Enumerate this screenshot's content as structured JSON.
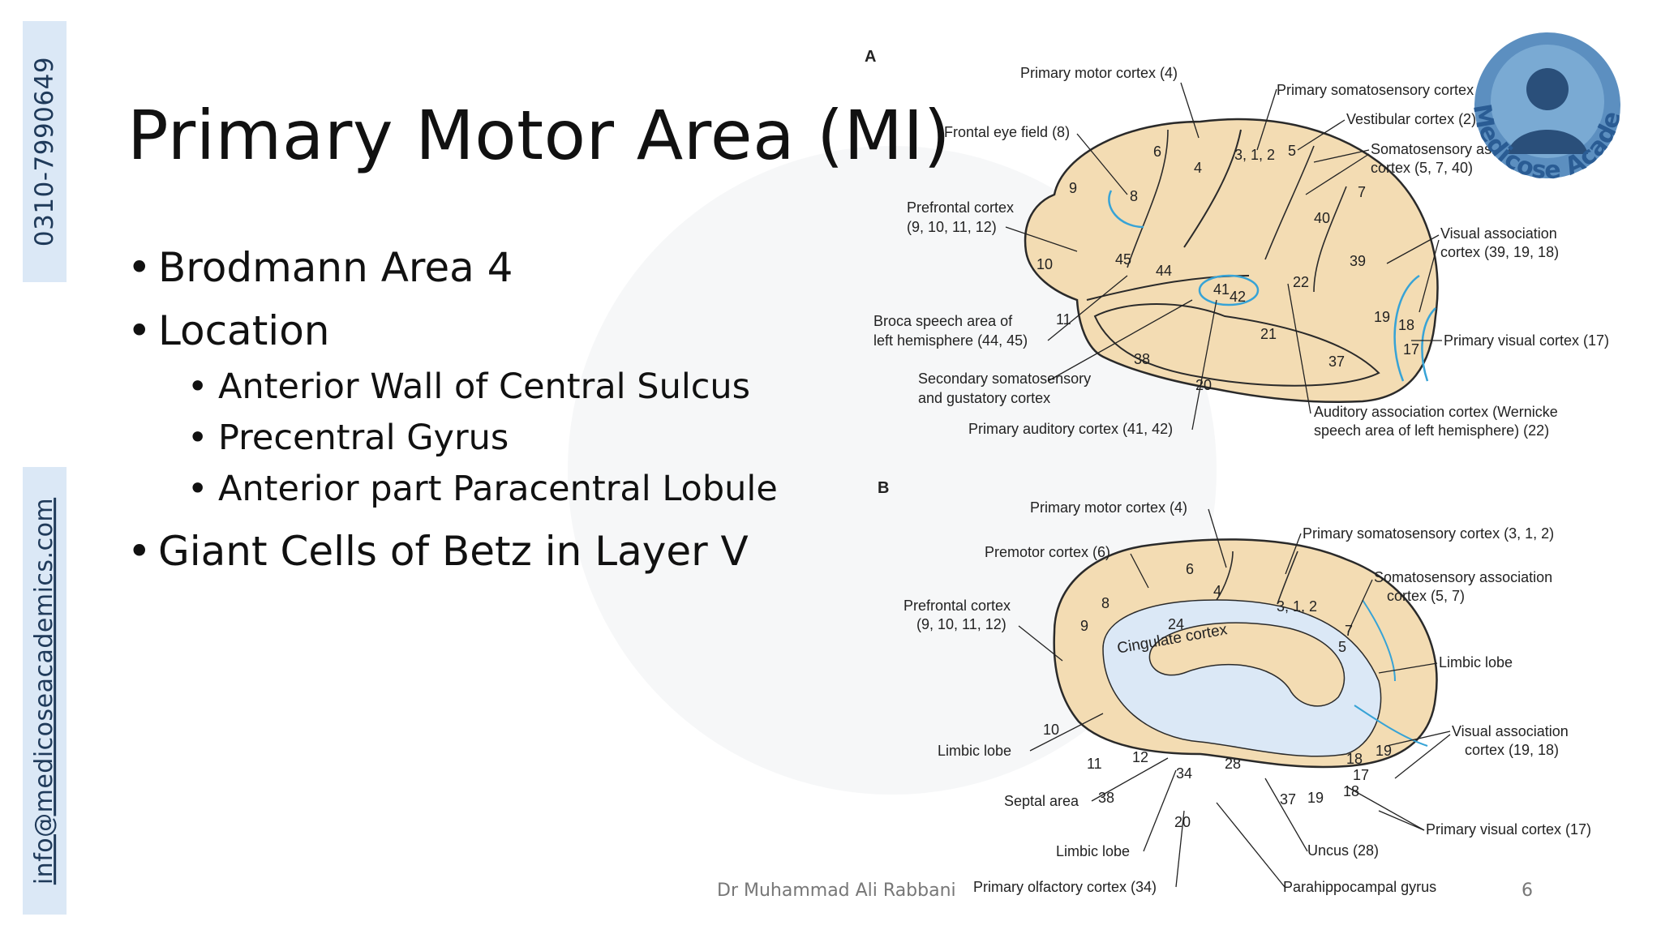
{
  "side": {
    "phone": "0310-7990649",
    "email": "info@medicoseacademics.com"
  },
  "slide": {
    "title": "Primary Motor Area (MI)",
    "bullets": [
      {
        "text": "Brodmann Area 4"
      },
      {
        "text": "Location",
        "sub": [
          "Anterior Wall of Central Sulcus",
          "Precentral Gyrus",
          "Anterior part Paracentral Lobule"
        ]
      },
      {
        "text": "Giant Cells of Betz in Layer V"
      }
    ]
  },
  "figure": {
    "panel_a": {
      "letter": "A",
      "labels": {
        "primary_motor": "Primary motor cortex (4)",
        "primary_somato": "Primary somatosensory cortex (3, 1, 2)",
        "frontal_eye": "Frontal eye field (8)",
        "vestibular": "Vestibular cortex (2)",
        "somato_assoc_1": "Somatosensory association",
        "somato_assoc_2": "cortex (5, 7, 40)",
        "prefrontal_1": "Prefrontal cortex",
        "prefrontal_2": "(9, 10, 11, 12)",
        "visual_assoc_1": "Visual association",
        "visual_assoc_2": "cortex (39, 19, 18)",
        "broca_1": "Broca speech area of",
        "broca_2": "left hemisphere (44, 45)",
        "primary_visual": "Primary visual cortex (17)",
        "secondary_somato_1": "Secondary somatosensory",
        "secondary_somato_2": "and gustatory cortex",
        "auditory_assoc_1": "Auditory association cortex (Wernicke",
        "auditory_assoc_2": "speech area of left hemisphere) (22)",
        "primary_auditory": "Primary auditory cortex (41, 42)"
      },
      "areas": [
        "6",
        "4",
        "3, 1, 2",
        "5",
        "7",
        "9",
        "8",
        "40",
        "39",
        "10",
        "45",
        "44",
        "41",
        "42",
        "22",
        "11",
        "19",
        "18",
        "17",
        "21",
        "38",
        "37",
        "20"
      ]
    },
    "panel_b": {
      "letter": "B",
      "labels": {
        "primary_motor": "Primary motor cortex (4)",
        "primary_somato": "Primary somatosensory cortex (3, 1, 2)",
        "premotor": "Premotor cortex (6)",
        "somato_assoc_1": "Somatosensory association",
        "somato_assoc_2": "cortex (5, 7)",
        "prefrontal_1": "Prefrontal cortex",
        "prefrontal_2": "(9, 10, 11, 12)",
        "cingulate": "Cingulate cortex",
        "limbic_right": "Limbic lobe",
        "visual_assoc_1": "Visual association",
        "visual_assoc_2": "cortex (19, 18)",
        "limbic_left": "Limbic lobe",
        "septal": "Septal area",
        "primary_visual": "Primary visual cortex (17)",
        "limbic_bottom": "Limbic lobe",
        "uncus": "Uncus (28)",
        "olfactory": "Primary olfactory cortex (34)",
        "parahippocampal": "Parahippocampal gyrus"
      },
      "areas": [
        "6",
        "4",
        "3, 1, 2",
        "8",
        "9",
        "24",
        "7",
        "5",
        "10",
        "11",
        "12",
        "34",
        "28",
        "19",
        "18",
        "17",
        "18",
        "38",
        "37",
        "19",
        "20"
      ]
    }
  },
  "logo": {
    "text": "Medicose Academics"
  },
  "footer": {
    "author": "Dr Muhammad Ali Rabbani",
    "page": "6"
  }
}
